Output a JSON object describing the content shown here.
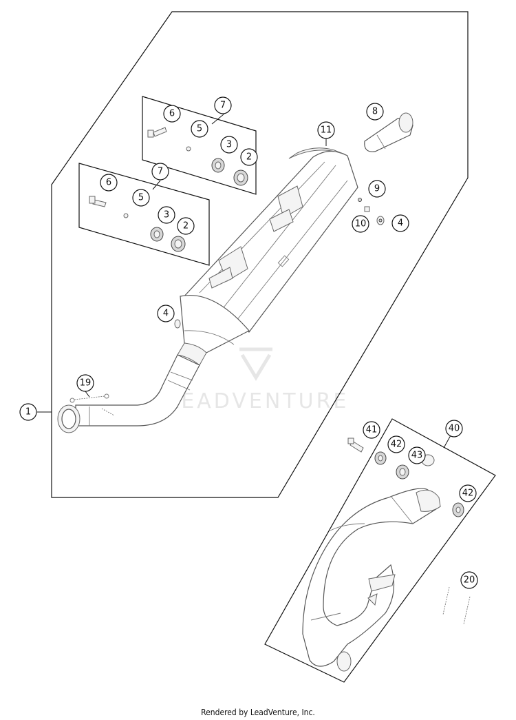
{
  "callouts": {
    "c1": "1",
    "c2a": "2",
    "c2b": "2",
    "c3a": "3",
    "c3b": "3",
    "c4a": "4",
    "c4b": "4",
    "c5a": "5",
    "c5b": "5",
    "c6a": "6",
    "c6b": "6",
    "c7a": "7",
    "c7b": "7",
    "c8": "8",
    "c9": "9",
    "c10": "10",
    "c11": "11",
    "c19": "19",
    "c20": "20",
    "c40": "40",
    "c41": "41",
    "c42a": "42",
    "c42b": "42",
    "c43": "43"
  },
  "watermark": {
    "text": "LEADVENTURE"
  },
  "footer": {
    "text": "Rendered by LeadVenture, Inc."
  }
}
